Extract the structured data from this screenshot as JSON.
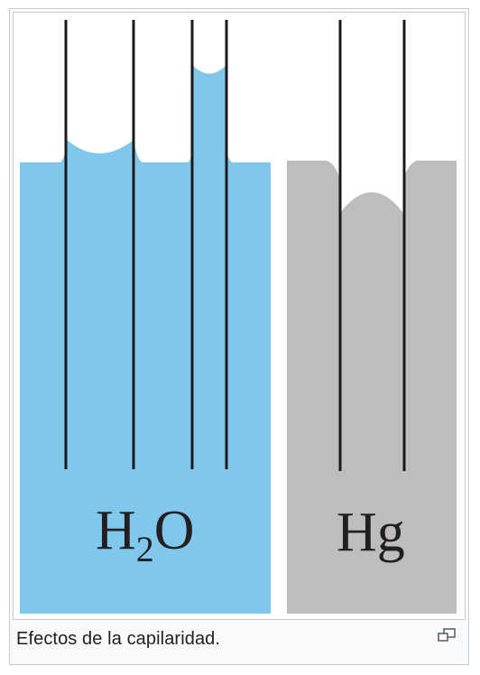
{
  "figure": {
    "water_label": "H",
    "water_subscript": "2",
    "water_label_end": "O",
    "mercury_label": "Hg",
    "colors": {
      "water": "#80c8eb",
      "mercury": "#bdbdbd",
      "tube": "#1a1a1a"
    }
  },
  "caption": {
    "text": "Efectos de la capilaridad."
  },
  "icons": {
    "magnify": "magnify-icon"
  }
}
